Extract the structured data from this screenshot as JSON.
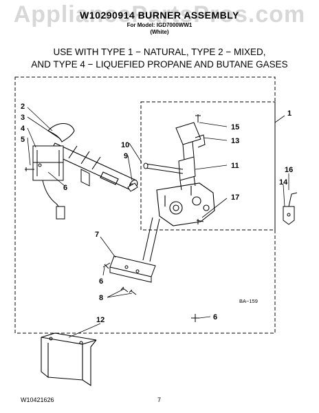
{
  "watermark": "AppliancePartsPros.com",
  "header": {
    "title": "W10290914 BURNER ASSEMBLY",
    "subtitle": "For Model: IGD7000WW1",
    "color": "(White)"
  },
  "usage": {
    "line1": "USE WITH TYPE 1 − NATURAL, TYPE 2 − MIXED,",
    "line2": "AND TYPE 4 − LIQUEFIED PROPANE AND BUTANE GASES"
  },
  "callouts": [
    "1",
    "2",
    "3",
    "4",
    "5",
    "6",
    "7",
    "8",
    "9",
    "10",
    "11",
    "12",
    "13",
    "14",
    "15",
    "16",
    "17",
    "6",
    "6"
  ],
  "reference_code": "BA−159",
  "footer": {
    "doc_number": "W10421626",
    "page_number": "7"
  }
}
